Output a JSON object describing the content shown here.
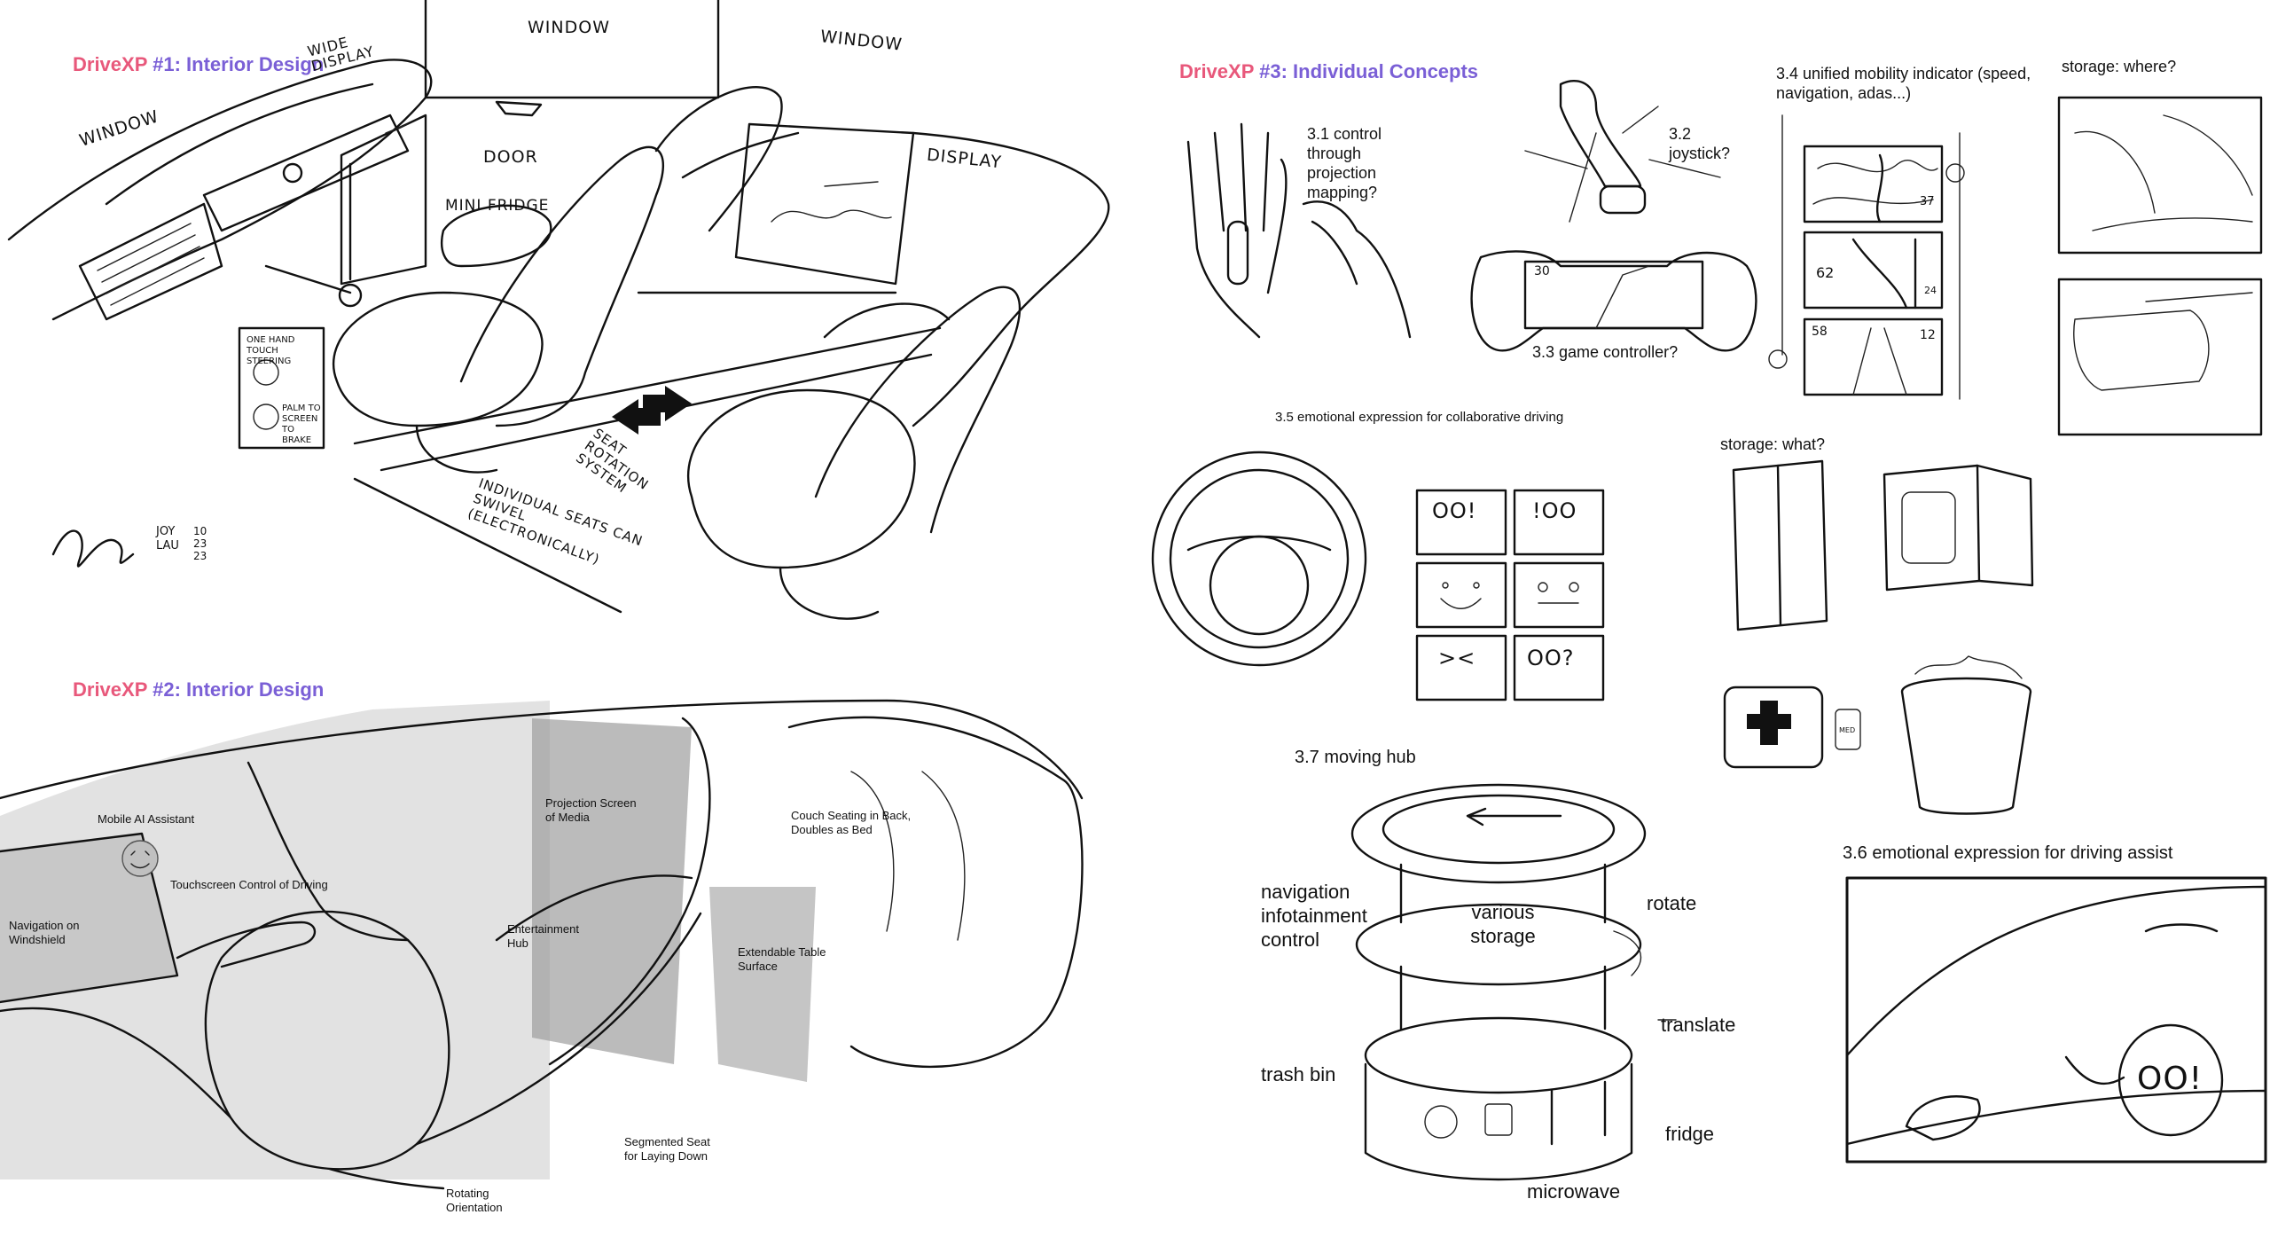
{
  "colors": {
    "brand": "#e8587b",
    "accent": "#7a5fd6",
    "ink": "#111111"
  },
  "panel1": {
    "heading_brand": "DriveXP",
    "heading_rest": "#1: Interior Design",
    "labels": {
      "window_left": "WINDOW",
      "wide_display": "WIDE DISPLAY",
      "window_top": "WINDOW",
      "window_right": "WINDOW",
      "door": "DOOR",
      "display": "DISPLAY",
      "mini_fridge": "MINI FRIDGE",
      "seat_rotation": "SEAT ROTATION SYSTEM",
      "individual_seats": "INDIVIDUAL SEATS CAN SWIVEL (ELECTRONICALLY)",
      "inset_top": "ONE HAND TOUCH STEERING",
      "inset_bottom": "PALM TO SCREEN TO BRAKE",
      "signature_name": "JOY LAU",
      "signature_date": "10 23 23"
    }
  },
  "panel2": {
    "heading_brand": "DriveXP",
    "heading_rest": "#2: Interior Design",
    "labels": {
      "mobile_ai": "Mobile AI Assistant",
      "projection": "Projection Screen of Media",
      "couch": "Couch Seating in Back, Doubles as Bed",
      "touchscreen": "Touchscreen Control of Driving",
      "navigation": "Navigation on Windshield",
      "entertainment": "Entertainment Hub",
      "extendable": "Extendable Table Surface",
      "segmented": "Segmented Seat for Laying Down",
      "rotating": "Rotating Orientation"
    }
  },
  "panel3": {
    "heading_brand": "DriveXP",
    "heading_rest": "#3: Individual Concepts",
    "labels": {
      "c31": "3.1 control through projection mapping?",
      "c32": "3.2 joystick?",
      "c33": "3.3 game controller?",
      "c34": "3.4 unified mobility indicator (speed, navigation, adas...)",
      "storage_where": "storage: where?",
      "c35": "3.5 emotional expression for collaborative driving",
      "storage_what": "storage: what?",
      "c37": "3.7 moving hub",
      "c36": "3.6 emotional expression for driving assist",
      "hub_nav": "navigation infotainment control",
      "hub_storage": "various storage",
      "hub_rotate": "rotate",
      "hub_translate": "translate",
      "hub_trash": "trash bin",
      "hub_fridge": "fridge",
      "hub_microwave": "microwave",
      "face_expressions": [
        "OO!",
        "!OO",
        "",
        "",
        "><",
        "OO?"
      ],
      "balloon_face": "OO!",
      "speed_1": "37",
      "speed_2": "62",
      "speed_3": "58",
      "speed_4": "12",
      "speed_5": "24",
      "controller_speed": "30",
      "med_label": "MED"
    }
  }
}
